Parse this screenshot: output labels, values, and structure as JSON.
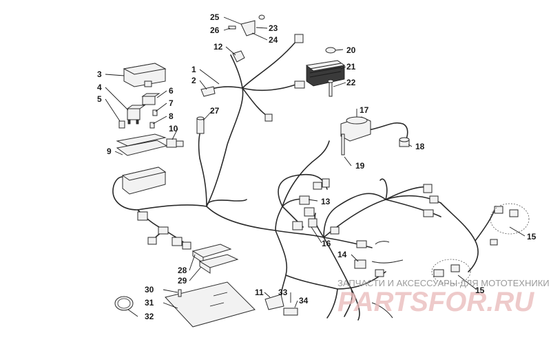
{
  "callouts": [
    "1",
    "2",
    "3",
    "4",
    "5",
    "6",
    "7",
    "8",
    "9",
    "10",
    "11",
    "12",
    "13",
    "14",
    "15",
    "15",
    "16",
    "17",
    "18",
    "19",
    "20",
    "21",
    "22",
    "23",
    "24",
    "25",
    "26",
    "27",
    "28",
    "29",
    "30",
    "31",
    "32",
    "33",
    "34"
  ],
  "watermark": {
    "top_text": "ЗАПЧАСТИ И АКСЕССУАРЫ ДЛЯ МОТОТЕХНИКИ",
    "brand": "PARTSFOR.RU"
  },
  "colors": {
    "line": "#2a2a2a",
    "watermark_text": "#9a9a9a",
    "watermark_brand": "#e8b8b8"
  }
}
